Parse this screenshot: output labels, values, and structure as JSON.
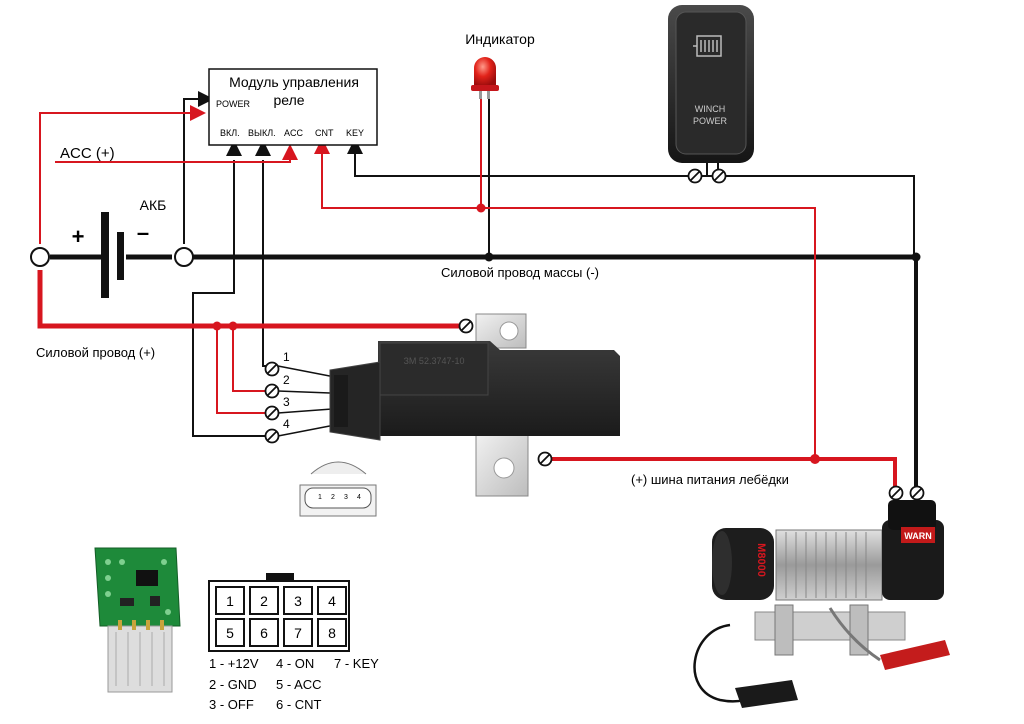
{
  "module": {
    "title_line1": "Модуль управления",
    "title_line2": "реле",
    "power_label": "POWER",
    "pins": [
      "ВКЛ.",
      "ВЫКЛ.",
      "ACC",
      "CNT",
      "KEY"
    ]
  },
  "labels": {
    "indicator": "Индикатор",
    "acc_input": "ACC (+)",
    "battery": "АКБ",
    "plus": "+",
    "minus": "–",
    "ground_wire": "Силовой провод массы (-)",
    "power_wire": "Силовой провод (+)",
    "winch_bus": "(+) шина питания лебёдки"
  },
  "switch": {
    "line1": "WINCH",
    "line2": "POWER"
  },
  "relay": {
    "terminals": [
      "1",
      "2",
      "3",
      "4"
    ],
    "housing_text": "ЗМ 52.3747-10",
    "connector_pins": [
      "1",
      "2",
      "3",
      "4"
    ]
  },
  "winch": {
    "brand": "WARN",
    "model": "M8000"
  },
  "pinout": {
    "cells": [
      "1",
      "2",
      "3",
      "4",
      "5",
      "6",
      "7",
      "8"
    ],
    "legend": [
      [
        "1 - +12V",
        "4 - ON",
        "7 - KEY"
      ],
      [
        "2 - GND",
        "5 - ACC",
        ""
      ],
      [
        "3 - OFF",
        "6 - CNT",
        ""
      ]
    ]
  },
  "colors": {
    "red_wire": "#d7161f",
    "black_wire": "#111111",
    "pcb": "#1e8a3a"
  }
}
